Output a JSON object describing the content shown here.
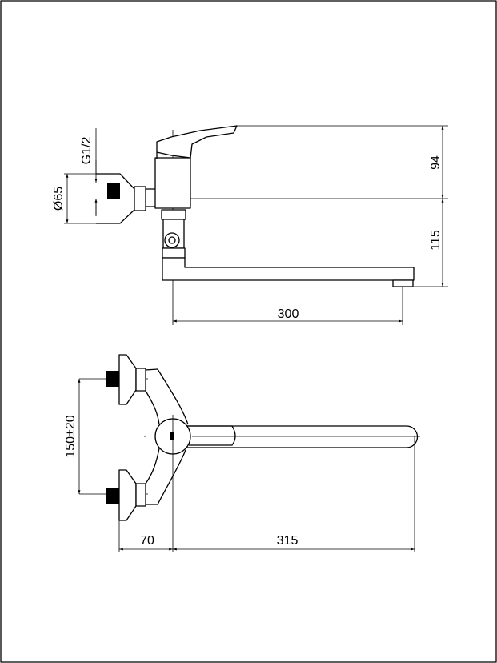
{
  "drawing": {
    "top_view": {
      "dim_thread": "G1/2",
      "dim_flange_diameter": "Ø65",
      "dim_handle_height": "94",
      "dim_spout_height": "115",
      "dim_spout_reach": "300"
    },
    "plan_view": {
      "dim_inlet_spacing": "150±20",
      "dim_wall_offset": "70",
      "dim_spout_length": "315"
    }
  }
}
